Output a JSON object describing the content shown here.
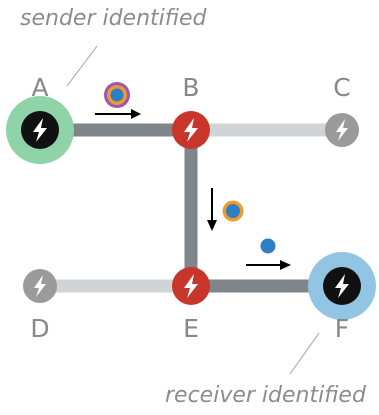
{
  "annotations": {
    "sender": "sender identified",
    "receiver": "receiver identified"
  },
  "nodes": [
    {
      "id": "A",
      "label": "A",
      "role": "sender"
    },
    {
      "id": "B",
      "label": "B",
      "role": "relay"
    },
    {
      "id": "C",
      "label": "C",
      "role": "idle"
    },
    {
      "id": "D",
      "label": "D",
      "role": "idle"
    },
    {
      "id": "E",
      "label": "E",
      "role": "relay"
    },
    {
      "id": "F",
      "label": "F",
      "role": "receiver"
    }
  ],
  "edges": [
    {
      "from": "A",
      "to": "B",
      "active": true
    },
    {
      "from": "B",
      "to": "C",
      "active": false
    },
    {
      "from": "B",
      "to": "E",
      "active": true
    },
    {
      "from": "D",
      "to": "E",
      "active": false
    },
    {
      "from": "E",
      "to": "F",
      "active": true
    }
  ],
  "icon": "lightning-bolt-icon",
  "colors": {
    "active_edge": "#7f8588",
    "inactive_edge": "#d1d4d6",
    "sender_halo": "#8fd4a8",
    "receiver_halo": "#92c4e3",
    "endpoint_node": "#111111",
    "relay_node": "#c8352a",
    "idle_node": "#9a9a9a",
    "packet_outer_purple": "#9b55b2",
    "packet_ring_orange": "#ef9a2c",
    "packet_core_blue": "#2c7fc4",
    "arrow": "#000000",
    "label_text": "#888888"
  }
}
